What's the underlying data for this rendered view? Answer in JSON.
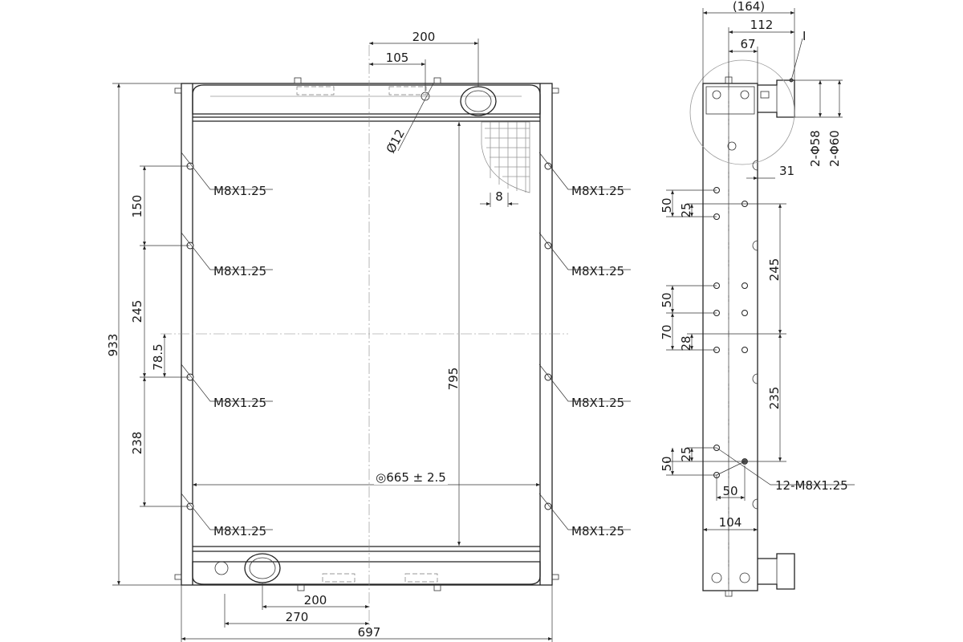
{
  "front_view": {
    "dim_overall_height": "933",
    "dim_core_height": "795",
    "dim_top_pipe_offset": "200",
    "dim_top_port_offset": "105",
    "dim_port_diameter": "Ø12",
    "dim_fin_pitch": "8",
    "dim_spacing_1": "150",
    "dim_spacing_2": "245",
    "dim_spacing_3": "78.5",
    "dim_spacing_4": "238",
    "dim_bottom_pipe_offset": "200",
    "dim_bottom_span": "270",
    "dim_overall_width": "697",
    "dim_core_width": "◎665 ± 2.5",
    "thread_labels": [
      "M8X1.25",
      "M8X1.25",
      "M8X1.25",
      "M8X1.25",
      "M8X1.25",
      "M8X1.25",
      "M8X1.25",
      "M8X1.25"
    ]
  },
  "side_view": {
    "dim_total_depth": "(164)",
    "dim_112": "112",
    "dim_67": "67",
    "detail_mark": "I",
    "dim_pipe_58": "2-Φ58",
    "dim_pipe_60": "2-Φ60",
    "dim_31": "31",
    "dim_50a": "50",
    "dim_25a": "25",
    "dim_245": "245",
    "dim_50b": "50",
    "dim_70": "70",
    "dim_28": "28",
    "dim_235": "235",
    "dim_25b": "25",
    "dim_50c": "50",
    "dim_50d": "50",
    "thread_callout": "12-M8X1.25",
    "dim_104": "104"
  },
  "icons": [
    "arrowhead-icon",
    "bolt-hole-icon",
    "pipe-port-icon"
  ],
  "colors": {
    "line": "#222222",
    "background": "#ffffff"
  }
}
